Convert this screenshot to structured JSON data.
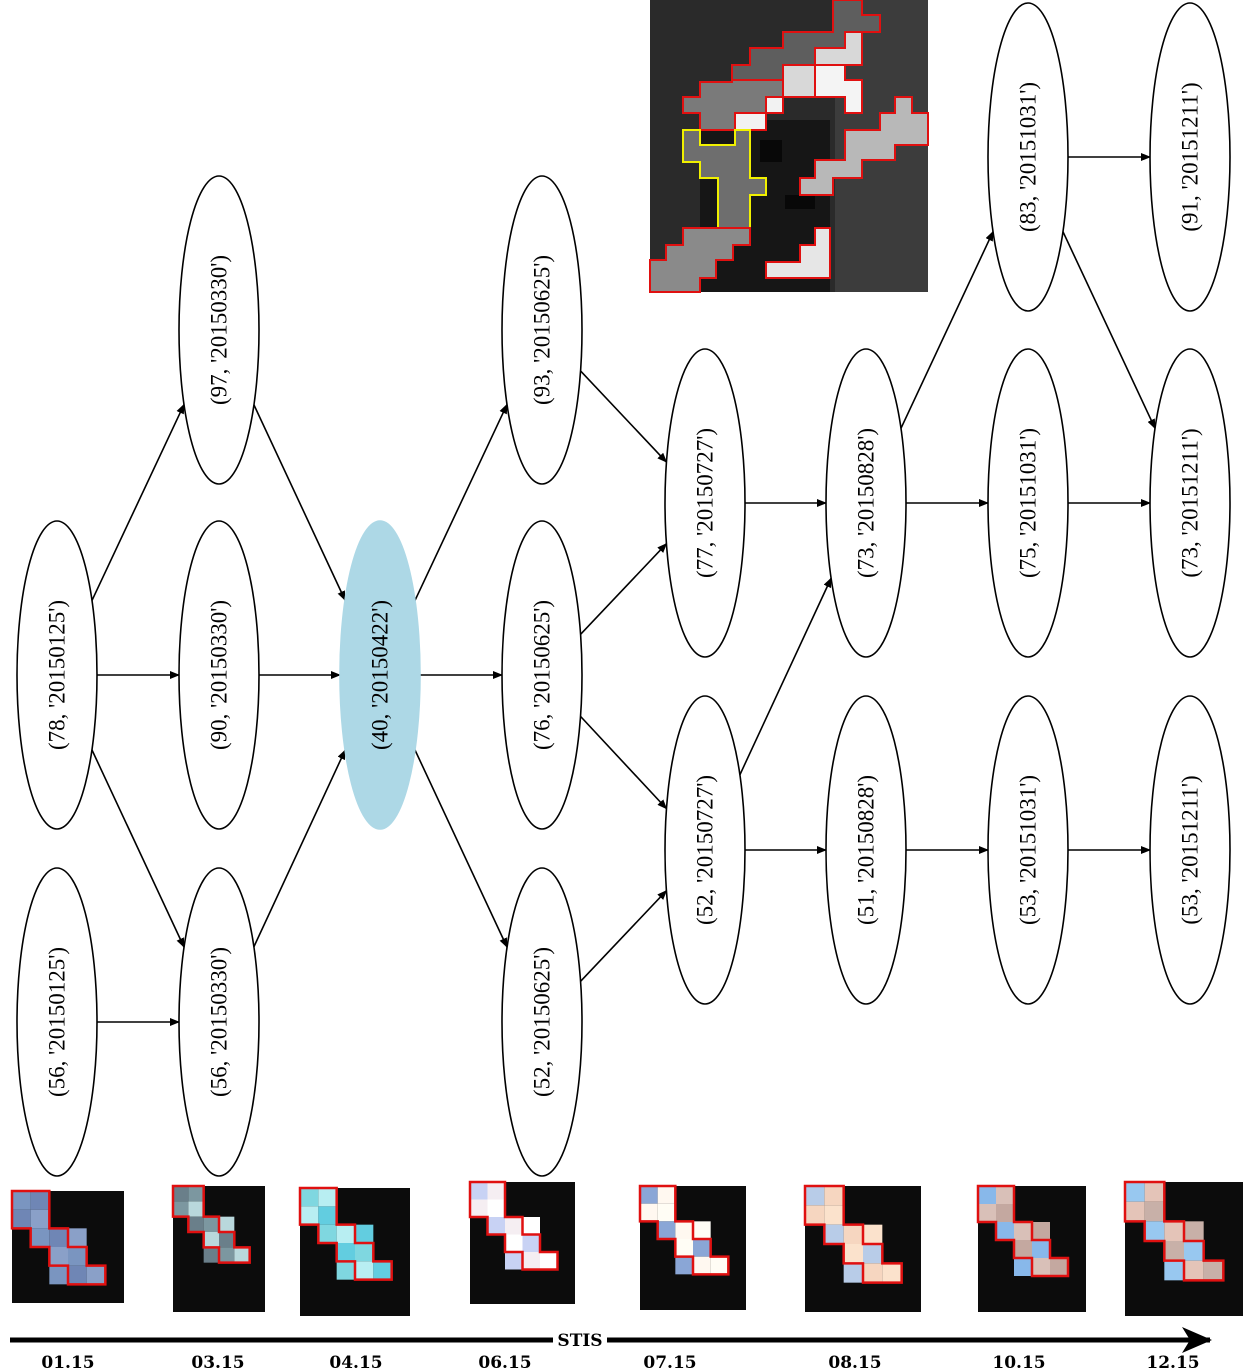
{
  "nodes": [
    {
      "id": "n78_0125",
      "label": "(78, '20150125')"
    },
    {
      "id": "n56_0125",
      "label": "(56, '20150125')"
    },
    {
      "id": "n97_0330",
      "label": "(97, '20150330')"
    },
    {
      "id": "n90_0330",
      "label": "(90, '20150330')"
    },
    {
      "id": "n56_0330",
      "label": "(56, '20150330')"
    },
    {
      "id": "n40_0422",
      "label": "(40, '20150422')",
      "highlight": true
    },
    {
      "id": "n93_0625",
      "label": "(93, '20150625')"
    },
    {
      "id": "n76_0625",
      "label": "(76, '20150625')"
    },
    {
      "id": "n52_0625",
      "label": "(52, '20150625')"
    },
    {
      "id": "n77_0727",
      "label": "(77, '20150727')"
    },
    {
      "id": "n52_0727",
      "label": "(52, '20150727')"
    },
    {
      "id": "n73_0828",
      "label": "(73, '20150828')"
    },
    {
      "id": "n51_0828",
      "label": "(51, '20150828')"
    },
    {
      "id": "n83_1031",
      "label": "(83, '20151031')"
    },
    {
      "id": "n75_1031",
      "label": "(75, '20151031')"
    },
    {
      "id": "n53_1031",
      "label": "(53, '20151031')"
    },
    {
      "id": "n91_1211",
      "label": "(91, '20151211')"
    },
    {
      "id": "n73_1211",
      "label": "(73, '20151211')"
    },
    {
      "id": "n73b_1211",
      "label": "(73, '20151211')"
    },
    {
      "id": "n53_1211",
      "label": "(53, '20151211')"
    }
  ],
  "edges": [
    [
      "n78_0125",
      "n97_0330"
    ],
    [
      "n78_0125",
      "n90_0330"
    ],
    [
      "n78_0125",
      "n56_0330"
    ],
    [
      "n56_0125",
      "n56_0330"
    ],
    [
      "n97_0330",
      "n40_0422"
    ],
    [
      "n90_0330",
      "n40_0422"
    ],
    [
      "n56_0330",
      "n40_0422"
    ],
    [
      "n40_0422",
      "n93_0625"
    ],
    [
      "n40_0422",
      "n76_0625"
    ],
    [
      "n40_0422",
      "n52_0625"
    ],
    [
      "n93_0625",
      "n77_0727"
    ],
    [
      "n76_0625",
      "n77_0727"
    ],
    [
      "n76_0625",
      "n52_0727"
    ],
    [
      "n52_0625",
      "n52_0727"
    ],
    [
      "n77_0727",
      "n73_0828"
    ],
    [
      "n52_0727",
      "n73_0828"
    ],
    [
      "n52_0727",
      "n51_0828"
    ],
    [
      "n73_0828",
      "n83_1031"
    ],
    [
      "n73_0828",
      "n75_1031"
    ],
    [
      "n51_0828",
      "n53_1031"
    ],
    [
      "n83_1031",
      "n91_1211"
    ],
    [
      "n83_1031",
      "n73_1211"
    ],
    [
      "n75_1031",
      "n73b_1211"
    ],
    [
      "n53_1031",
      "n53_1211"
    ]
  ],
  "timeline": {
    "axis_label": "STIS",
    "dates": [
      "01.15",
      "03.15",
      "04.15",
      "06.15",
      "07.15",
      "08.15",
      "10.15",
      "12.15"
    ]
  },
  "colors": {
    "highlight_fill": "#add8e6",
    "outline_red": "#e01010",
    "outline_yellow": "#f0f000"
  }
}
